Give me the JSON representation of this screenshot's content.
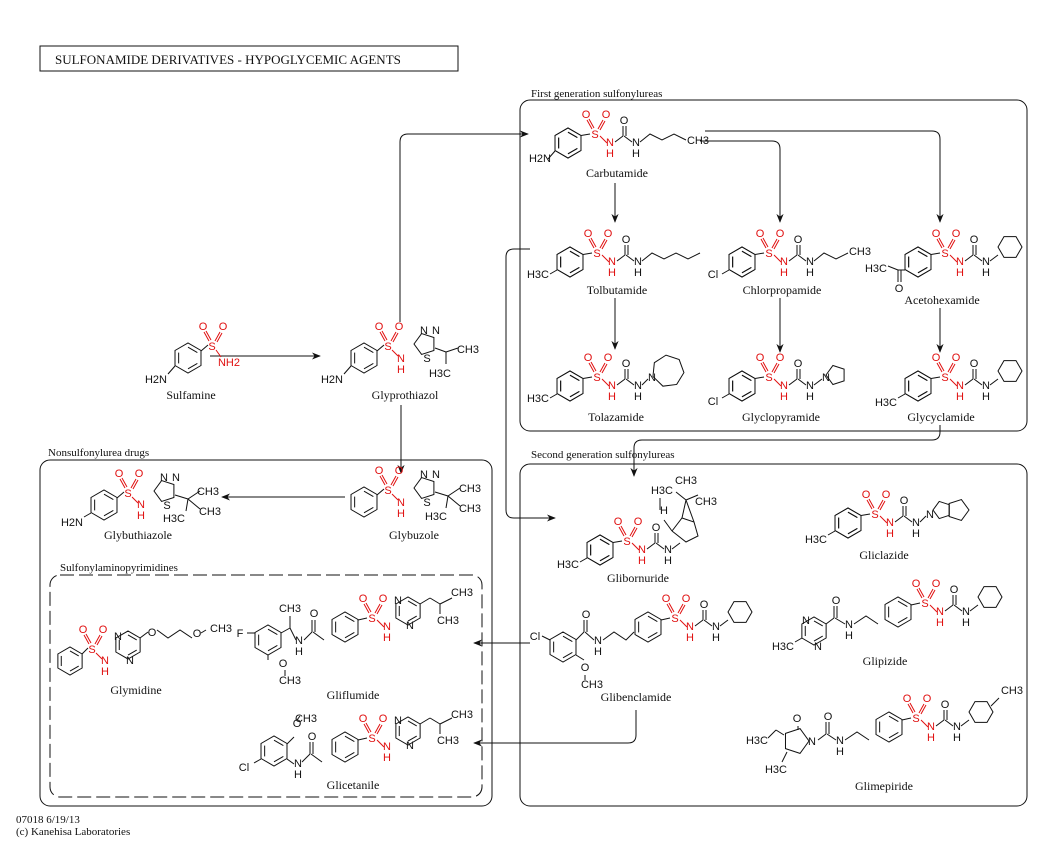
{
  "title": "SULFONAMIDE  DERIVATIVES - HYPOGLYCEMIC  AGENTS",
  "footer": {
    "id": "07018 6/19/13",
    "copyright": "(c) Kanehisa Laboratories"
  },
  "groups": {
    "first_gen": "First generation sulfonylureas",
    "second_gen": "Second generation sulfonylureas",
    "nonsulfonylurea": "Nonsulfonylurea drugs",
    "sulfonylaminopyrimidines": "Sulfonylaminopyrimidines"
  },
  "compounds": {
    "sulfamine": "Sulfamine",
    "glyprothiazol": "Glyprothiazol",
    "carbutamide": "Carbutamide",
    "tolbutamide": "Tolbutamide",
    "chlorpropamide": "Chlorpropamide",
    "acetohexamide": "Acetohexamide",
    "tolazamide": "Tolazamide",
    "glyclopyramide": "Glyclopyramide",
    "glycyclamide": "Glycyclamide",
    "glybuthiazole": "Glybuthiazole",
    "glybuzole": "Glybuzole",
    "glymidine": "Glymidine",
    "gliflumide": "Gliflumide",
    "glicetanile": "Glicetanile",
    "glibornuride": "Glibornuride",
    "gliclazide": "Gliclazide",
    "glibenclamide": "Glibenclamide",
    "glipizide": "Glipizide",
    "glimepiride": "Glimepiride"
  },
  "atoms": {
    "S": "S",
    "O": "O",
    "N": "N",
    "H": "H",
    "NH2": "NH2",
    "H2N": "H2N",
    "Cl": "Cl",
    "F": "F",
    "CH3": "CH3",
    "H3C": "H3C"
  }
}
